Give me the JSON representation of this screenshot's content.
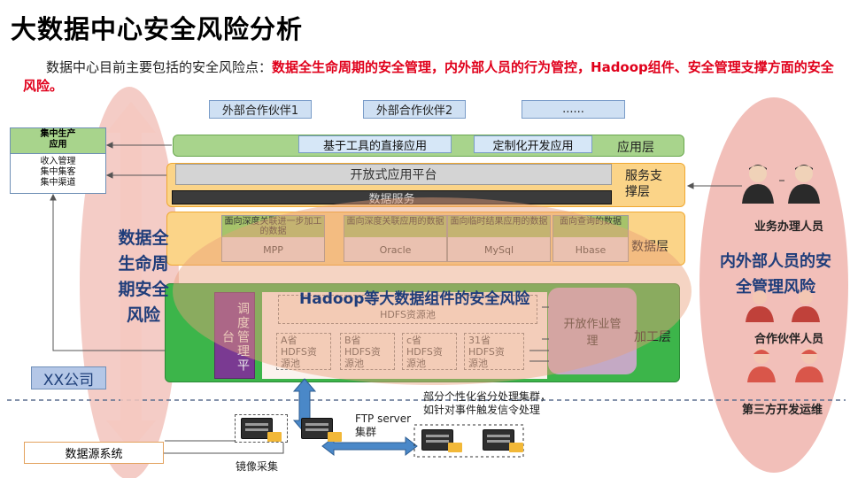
{
  "title": "大数据中心安全风险分析",
  "intro": {
    "prefix": "数据中心目前主要包括的安全风险点：",
    "highlight": "数据全生命周期的安全管理，内外部人员的行为管控，Hadoop组件、安全管理支撑方面的安全风险。"
  },
  "partners": [
    "外部合作伙伴1",
    "外部合作伙伴2",
    "......"
  ],
  "layers": {
    "app": {
      "label": "应用层",
      "items": [
        "基于工具的直接应用",
        "定制化开发应用"
      ]
    },
    "service": {
      "label1": "服务支",
      "label2": "撑层",
      "platform": "开放式应用平台",
      "data_service": "数据服务"
    },
    "data": {
      "label": "数据层",
      "stores": [
        {
          "head": "面向深度关联进一步加工的数据",
          "db": "MPP"
        },
        {
          "head": "面向深度关联应用的数据",
          "db": "Oracle"
        },
        {
          "head": "面向临时结果应用的数据",
          "db": "MySql"
        },
        {
          "head": "面向查询的数据",
          "db": "Hbase"
        }
      ]
    },
    "processing": {
      "label": "加工层",
      "scheduler": "调度管理平台",
      "hdfs_pool": "HDFS资源池",
      "provinces": [
        {
          "name": "A省",
          "l2": "HDFS资",
          "l3": "源池"
        },
        {
          "name": "B省",
          "l2": "HDFS资",
          "l3": "源池"
        },
        {
          "name": "c省",
          "l2": "HDFS资",
          "l3": "源池"
        },
        {
          "name": "31省",
          "l2": "HDFS资",
          "l3": "源池"
        }
      ],
      "open_job": "开放作业管理"
    }
  },
  "left_app": {
    "head": "集中生产应用",
    "items": [
      "收入管理",
      "集中集客",
      "集中渠道"
    ]
  },
  "company": "XX公司",
  "lifecycle_risk": "数据全生命周期安全风险",
  "hadoop_risk": "Hadoop等大数据组件的安全风险",
  "personnel_risk": "内外部人员的安全管理风险",
  "roles": [
    "业务办理人员",
    "合作伙伴人员",
    "第三方开发运维"
  ],
  "bottom": {
    "source_system": "数据源系统",
    "mirror": "镜像采集",
    "ftp": "FTP server集群",
    "province_note": "部分个性化省分处理集群，如针对事件触发信令处理"
  },
  "colors": {
    "accent_red": "#e0001b",
    "risk_blue": "#1f3d7a",
    "processing_green": "#3cb54a"
  }
}
